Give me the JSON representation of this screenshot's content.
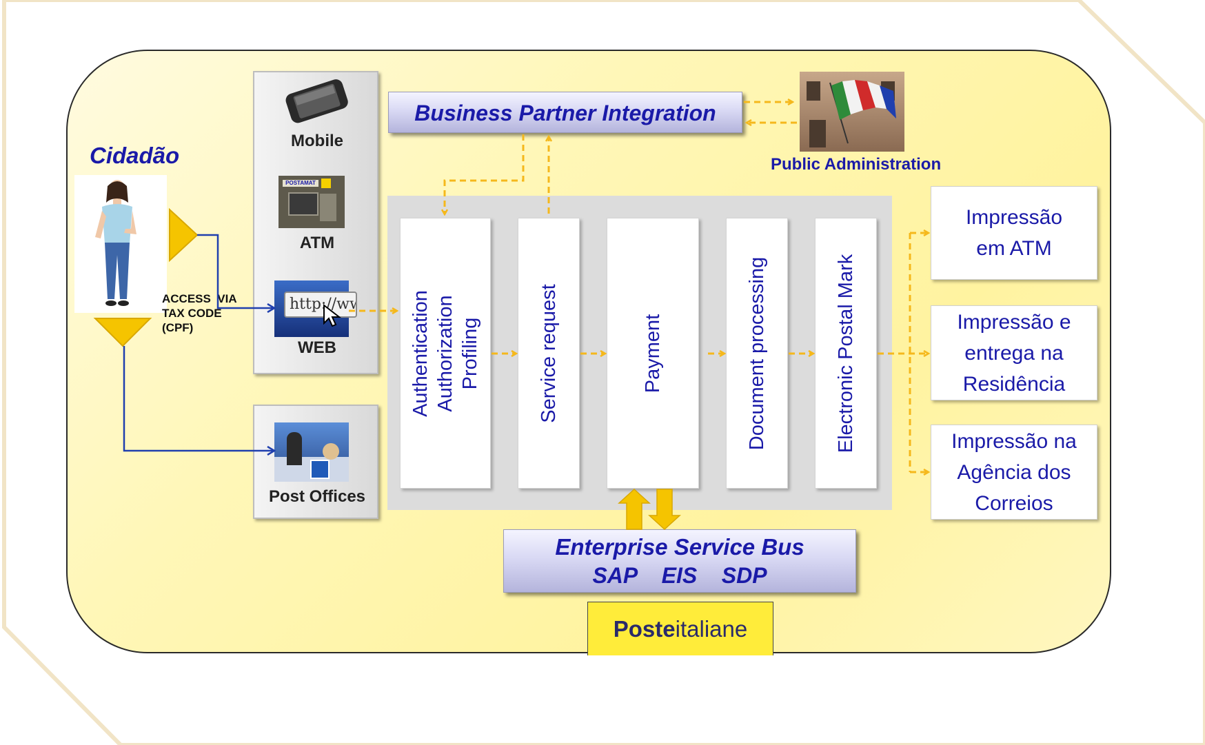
{
  "citizen": {
    "title": "Cidadão",
    "access_label": "ACCESS  VIA\nTAX CODE\n(CPF)"
  },
  "channels": {
    "mobile": "Mobile",
    "atm": "ATM",
    "web": "WEB",
    "post_offices": "Post Offices",
    "url_text": "http://www"
  },
  "business_partner": {
    "label": "Business Partner Integration"
  },
  "public_admin": {
    "label": "Public Administration"
  },
  "process_steps": [
    {
      "label": "Authentication\nAuthorization\nProfiling"
    },
    {
      "label": "Service request"
    },
    {
      "label": "Payment"
    },
    {
      "label": "Document processing"
    },
    {
      "label": "Electronic Postal Mark"
    }
  ],
  "outputs": [
    {
      "label": "Impressão\nem ATM"
    },
    {
      "label": "Impressão e\nentrega na\nResidência"
    },
    {
      "label": "Impressão na\nAgência dos\nCorreios"
    }
  ],
  "esb": {
    "title": "Enterprise Service Bus",
    "systems": "SAP    EIS    SDP"
  },
  "logo": {
    "bold": "Poste",
    "rest": "italiane"
  },
  "atm_sign": "POSTAMAT",
  "colors": {
    "arrow_orange": "#f5b81c",
    "blue_text": "#1a1aa8",
    "connector_blue": "#1f3fae",
    "logo_yellow": "#ffec3a"
  }
}
